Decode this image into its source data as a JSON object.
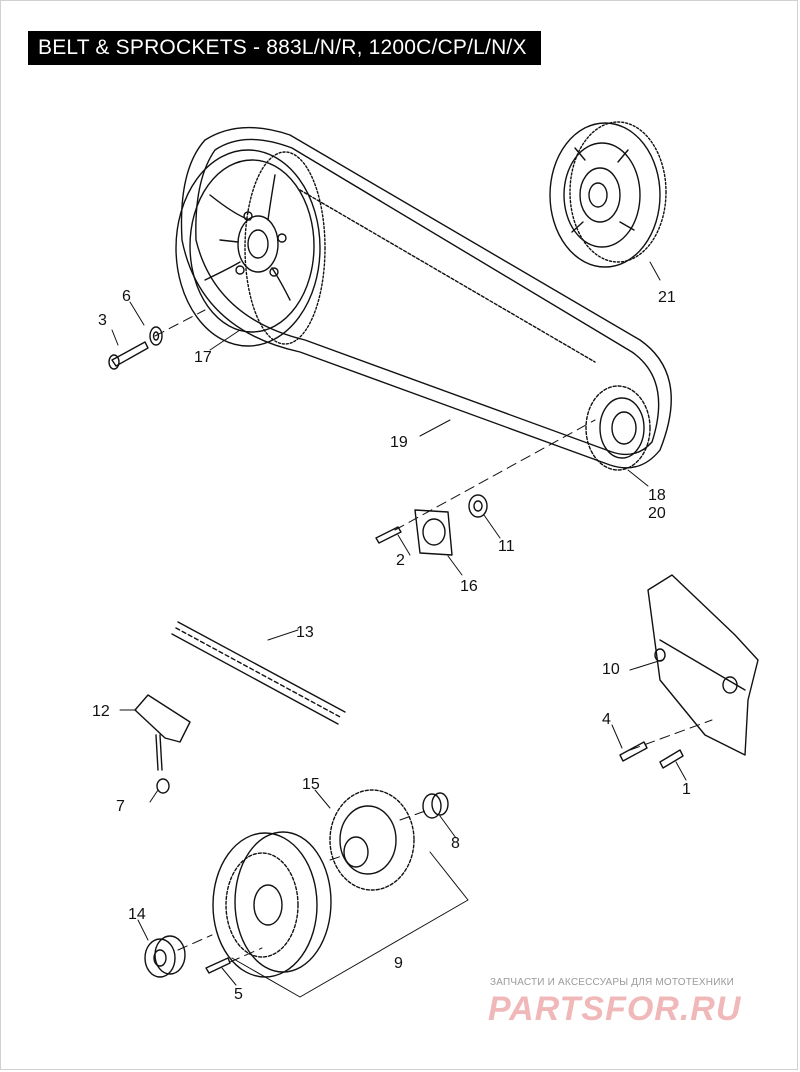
{
  "title": "BELT & SPROCKETS - 883L/N/R, 1200C/CP/L/N/X",
  "callouts": {
    "c1": "1",
    "c2": "2",
    "c3": "3",
    "c4": "4",
    "c5": "5",
    "c6": "6",
    "c7": "7",
    "c8": "8",
    "c9": "9",
    "c10": "10",
    "c11": "11",
    "c12": "12",
    "c13": "13",
    "c14": "14",
    "c15": "15",
    "c16": "16",
    "c17": "17",
    "c18": "18",
    "c19": "19",
    "c20": "20",
    "c21": "21"
  },
  "watermark": {
    "tagline": "ЗАПЧАСТИ И АКСЕССУАРЫ ДЛЯ МОТОТЕХНИКИ",
    "logo": "PARTSFOR.RU"
  },
  "colors": {
    "line": "#111111",
    "title_bg": "#000000",
    "title_fg": "#ffffff",
    "watermark": "#f0b8b8"
  }
}
